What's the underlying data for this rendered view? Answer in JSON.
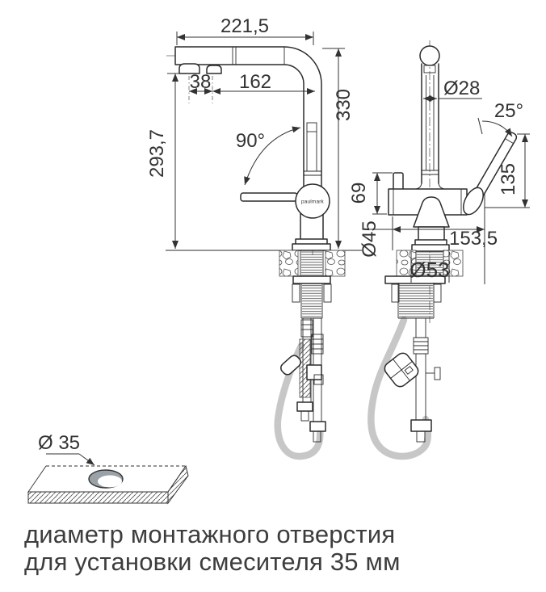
{
  "colors": {
    "ink": "#2b2b2b",
    "dim": "#333333",
    "hose": "#c7c7c7",
    "hole-shade": "#9aa2a8",
    "caption": "#3d3d3d"
  },
  "brand": {
    "logo": "paulmark"
  },
  "dims": {
    "total_width": "221,5",
    "spray_buttons_offset": "38",
    "spout_reach": "162",
    "total_height": "330",
    "height_under_spout": "293,7",
    "spout_swivel_angle": "90°",
    "spout_pipe_diameter": "Ø28",
    "lever_tilt_angle": "25°",
    "lever_length": "135",
    "body_section_height": "69",
    "body_diameter": "Ø45",
    "body_depth": "153,5",
    "base_diameter": "Ø53",
    "mounting_hole_diameter": "Ø 35"
  },
  "caption": {
    "line1": "диаметр монтажного отверстия",
    "line2": "для установки смесителя 35 мм"
  }
}
